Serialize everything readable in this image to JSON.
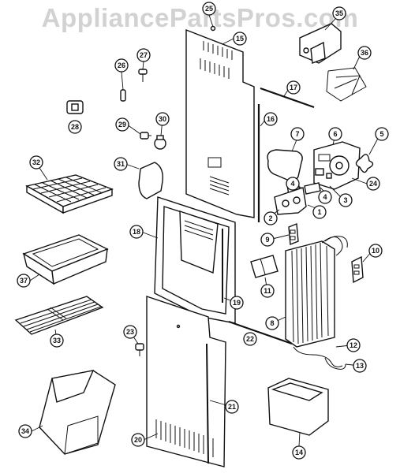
{
  "watermark": "AppliancePartsPros.com",
  "callouts": {
    "c25": "25",
    "c15": "15",
    "c35": "35",
    "c27": "27",
    "c26": "26",
    "c36": "36",
    "c17": "17",
    "c28": "28",
    "c16": "16",
    "c29": "29",
    "c30": "30",
    "c7": "7",
    "c6": "6",
    "c5": "5",
    "c32": "32",
    "c31": "31",
    "c24": "24",
    "c4a": "4",
    "c4b": "4",
    "c3": "3",
    "c2": "2",
    "c1": "1",
    "c18": "18",
    "c9": "9",
    "c10": "10",
    "c37": "37",
    "c11": "11",
    "c19": "19",
    "c8": "8",
    "c23": "23",
    "c22": "22",
    "c12": "12",
    "c33": "33",
    "c13": "13",
    "c21": "21",
    "c34": "34",
    "c20": "20",
    "c14": "14"
  }
}
